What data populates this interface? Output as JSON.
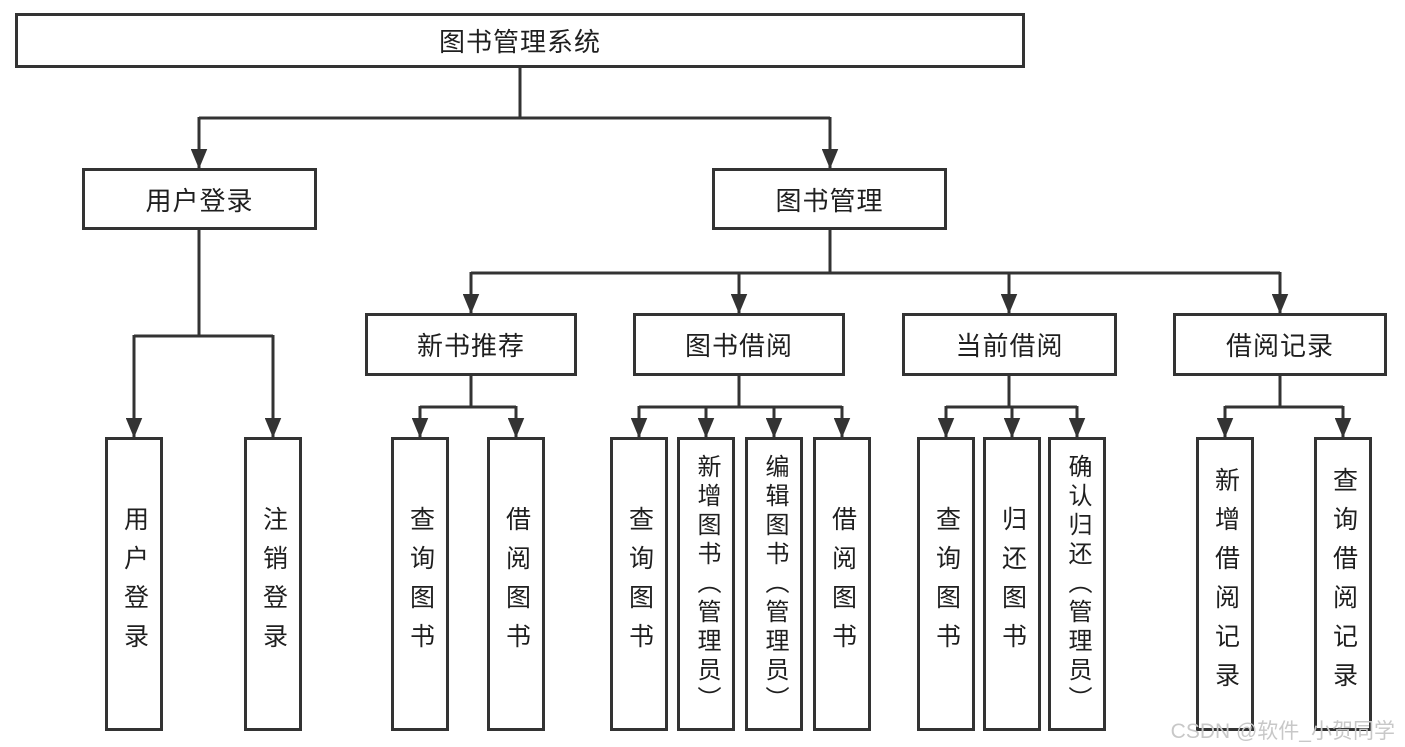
{
  "nodes": {
    "root": "图书管理系统",
    "user_login": "用户登录",
    "book_mgmt": "图书管理",
    "new_book_rec": "新书推荐",
    "book_borrow": "图书借阅",
    "current_borrow": "当前借阅",
    "borrow_records": "借阅记录",
    "leaf_login": "用户登录",
    "leaf_logout": "注销登录",
    "leaf_nbr_query": "查询图书",
    "leaf_nbr_borrow": "借阅图书",
    "leaf_bb_query": "查询图书",
    "leaf_bb_add": "新增图书（管理员）",
    "leaf_bb_edit": "编辑图书（管理员）",
    "leaf_bb_borrow": "借阅图书",
    "leaf_cb_query": "查询图书",
    "leaf_cb_return": "归还图书",
    "leaf_cb_confirm": "确认归还（管理员）",
    "leaf_br_add": "新增借阅记录",
    "leaf_br_query": "查询借阅记录"
  },
  "watermark": "CSDN @软件_小贺同学",
  "colors": {
    "line": "#333333",
    "box_border": "#333333",
    "box_fill": "#ffffff",
    "text": "#1f1f1f",
    "watermark": "#c8c8c8",
    "background": "#ffffff"
  }
}
